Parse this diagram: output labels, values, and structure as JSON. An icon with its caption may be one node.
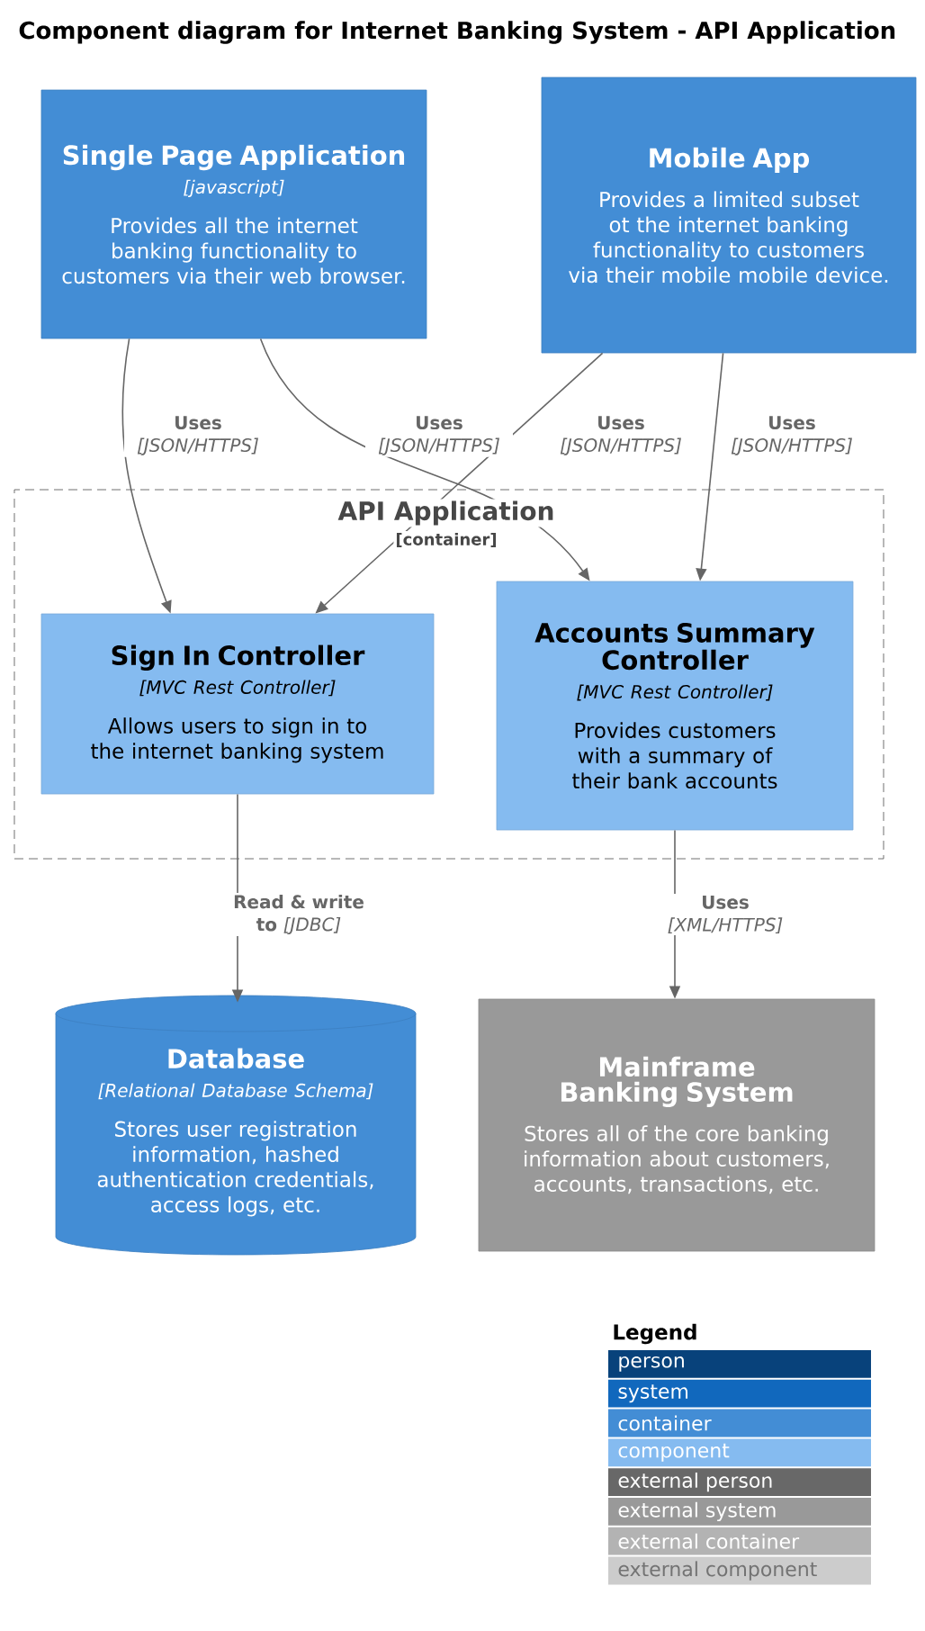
{
  "diagram": {
    "title": "Component diagram for Internet Banking System - API Application",
    "nodes": [
      {
        "text": [
          "Single Page Application",
          "[javascript]",
          "Provides all the internet banking functionality to customers via their web browser."
        ]
      },
      {
        "text": [
          "Mobile App",
          "Provides a limited subset ot the internet banking functionality to customers via their mobile mobile device."
        ]
      },
      {
        "text": [
          "API Application",
          "[container]"
        ]
      },
      {
        "text": [
          "Sign In Controller",
          "[MVC Rest Controller]",
          "Allows users to sign in to the internet banking system"
        ],
        "in": 2
      },
      {
        "text": [
          "Accounts Summary Controller",
          "[MVC Rest Controller]",
          "Provides customers with a summary of their bank accounts"
        ],
        "in": 2
      },
      {
        "text": [
          "Database",
          "[Relational Database Schema]",
          "Stores user registration information, hashed authentication credentials, access logs, etc."
        ]
      },
      {
        "text": [
          "Mainframe Banking System",
          "Stores all of the core banking information about customers, accounts, transactions, etc."
        ]
      }
    ],
    "edges": [
      {
        "from": 0,
        "to": 3,
        "arrow": "to",
        "label": "**Uses** *[JSON/HTTPS]*"
      },
      {
        "from": 0,
        "to": 4,
        "arrow": "to",
        "label": "**Uses** *[JSON/HTTPS]*"
      },
      {
        "from": 1,
        "to": 3,
        "arrow": "to",
        "label": "**Uses** *[JSON/HTTPS]*"
      },
      {
        "from": 1,
        "to": 4,
        "arrow": "to",
        "label": "**Uses** *[JSON/HTTPS]*"
      },
      {
        "from": 3,
        "to": 5,
        "arrow": "to",
        "label": "**Read & write to** *[JDBC]*"
      },
      {
        "from": 4,
        "to": 6,
        "arrow": "to",
        "label": "**Uses** *[XML/HTTPS]*"
      }
    ],
    "labels": [
      "Legend"
    ],
    "legend": [
      {
        "text": "person",
        "color": "#08427b"
      },
      {
        "text": "system",
        "color": "#1168bd"
      },
      {
        "text": "container",
        "color": "#438dd5"
      },
      {
        "text": "component",
        "color": "#85bbf0"
      },
      {
        "text": "external person",
        "color": "#686868"
      },
      {
        "text": "external system",
        "color": "#999999"
      },
      {
        "text": "external container",
        "color": "#b3b3b3"
      },
      {
        "text": "external component",
        "color": "#cccccc"
      }
    ]
  }
}
